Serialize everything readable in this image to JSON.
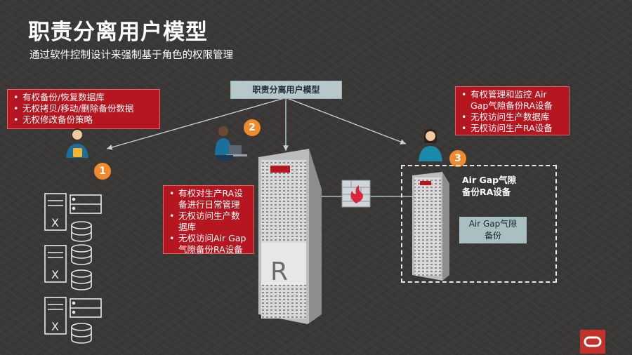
{
  "title": "职责分离用户模型",
  "subtitle": "通过软件控制设计来强制基于角色的权限管理",
  "model_label": "职责分离用户模型",
  "role1": {
    "number": "1",
    "items": [
      "有权备份/恢复数据库",
      "无权拷贝/移动/删除备份数据",
      "无权修改备份策略"
    ]
  },
  "role2": {
    "number": "2",
    "items": [
      "有权对生产RA设备进行日常管理",
      "无权访问生产数据库",
      "无权访问Air Gap气隙备份RA设备"
    ]
  },
  "role3": {
    "number": "3",
    "items": [
      "有权管理和监控 Air Gap气隙备份RA设备",
      "无权访问生产数据库",
      "无权访问生产RA设备"
    ]
  },
  "airgap_device_label": "Air Gap气隙备份RA设备",
  "airgap_backup_label": "Air Gap气隙备份",
  "rack_letter": "R",
  "colors": {
    "accent_red": "#b51620",
    "step_orange": "#f08a2c",
    "model_box": "#b7c8cb"
  },
  "icons": [
    "person-icon",
    "laptop-user-icon",
    "server-icon",
    "database-icon",
    "firewall-icon",
    "oracle-logo-icon"
  ]
}
